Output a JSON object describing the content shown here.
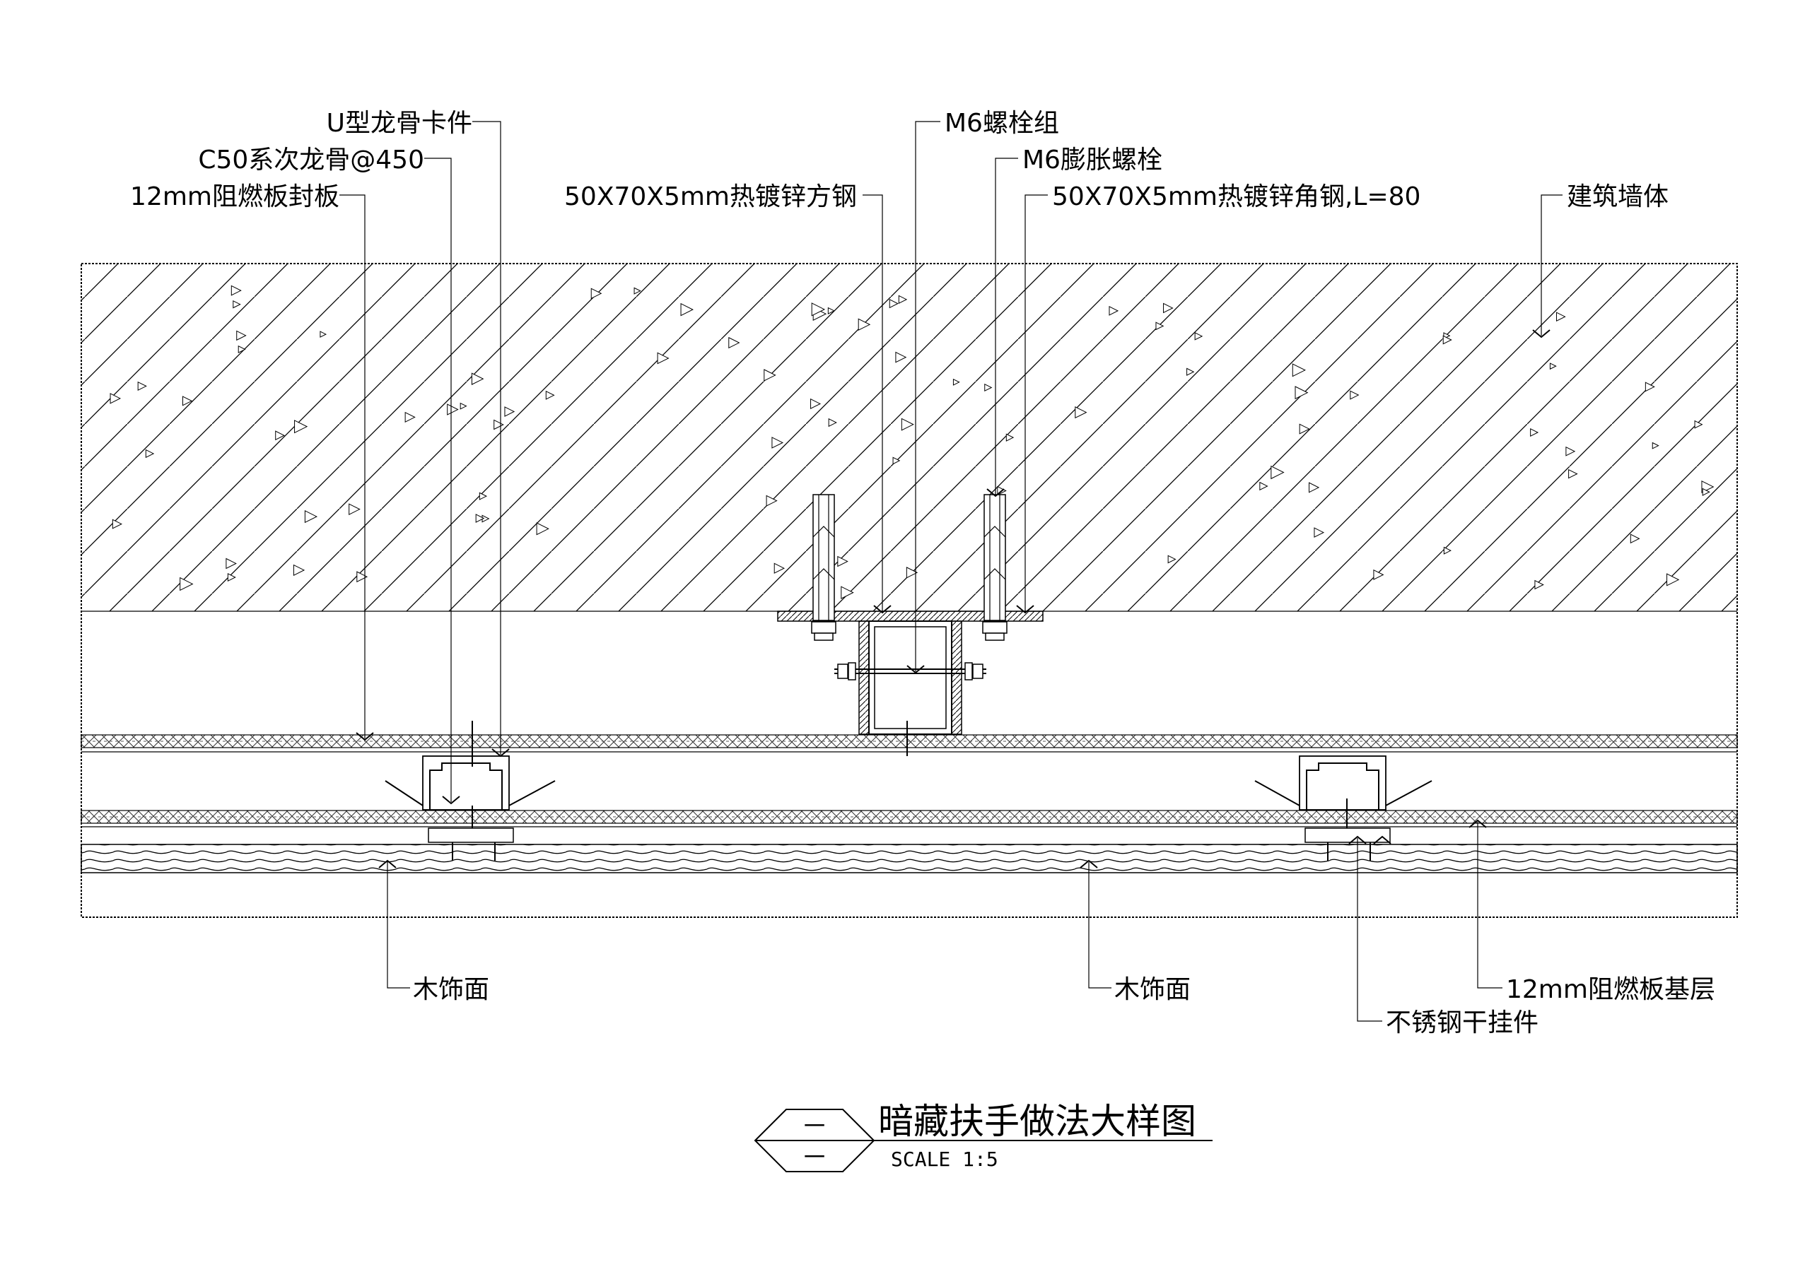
{
  "labels": {
    "u_clip": "U型龙骨卡件",
    "c50": "C50系次龙骨@450",
    "board_seal": "12mm阻燃板封板",
    "square_steel": "50X70X5mm热镀锌方钢",
    "m6_bolt_group": "M6螺栓组",
    "m6_expansion": "M6膨胀螺栓",
    "angle_steel": "50X70X5mm热镀锌角钢,L=80",
    "wall": "建筑墙体",
    "wood_left": "木饰面",
    "wood_mid": "木饰面",
    "board_base": "12mm阻燃板基层",
    "hanger": "不锈钢干挂件"
  },
  "title_block": {
    "number_top": "一",
    "number_bottom": "一",
    "title": "暗藏扶手做法大样图",
    "scale": "SCALE 1:5"
  }
}
